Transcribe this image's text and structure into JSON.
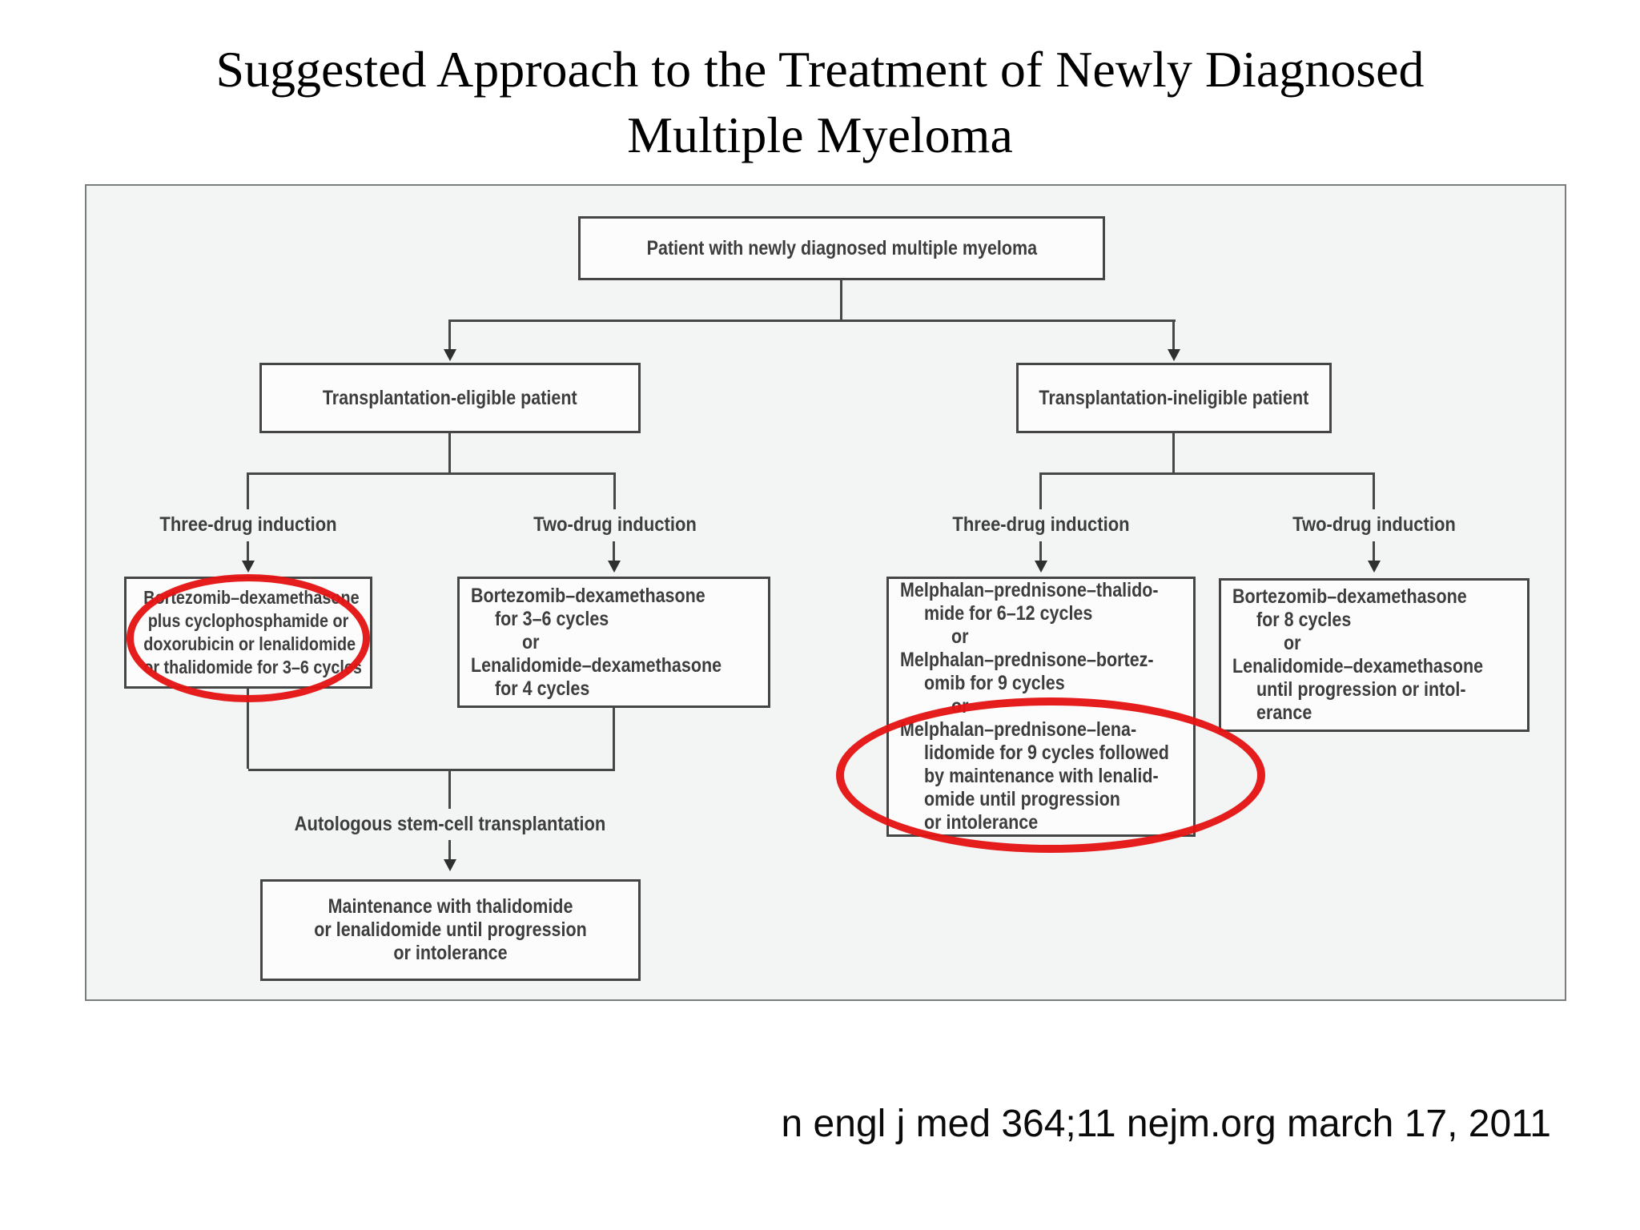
{
  "title": {
    "line1": "Suggested Approach to the Treatment of Newly Diagnosed",
    "line2": "Multiple Myeloma"
  },
  "flow": {
    "patient": "Patient with newly diagnosed multiple myeloma",
    "eligible": "Transplantation-eligible patient",
    "ineligible": "Transplantation-ineligible patient",
    "label_eligible_three": "Three-drug induction",
    "label_eligible_two": "Two-drug induction",
    "label_ineligible_three": "Three-drug induction",
    "label_ineligible_two": "Two-drug induction",
    "label_asct": "Autologous stem-cell transplantation",
    "eligible_three": {
      "lines": [
        "Bortezomib–dexamethasone",
        "plus cyclophosphamide or",
        "doxorubicin or lenalidomide",
        "or thalidomide for 3–6 cycles"
      ]
    },
    "eligible_two": {
      "lines": [
        "Bortezomib–dexamethasone",
        "for 3–6 cycles",
        "or",
        "Lenalidomide–dexamethasone",
        "for 4 cycles"
      ]
    },
    "ineligible_three": {
      "lines": [
        "Melphalan–prednisone–thalido-",
        "mide for 6–12 cycles",
        "or",
        "Melphalan–prednisone–bortez-",
        "omib for 9 cycles",
        "or",
        "Melphalan–prednisone–lena-",
        "lidomide for 9 cycles followed",
        "by maintenance with lenalid-",
        "omide until progression",
        "or intolerance"
      ]
    },
    "ineligible_two": {
      "lines": [
        "Bortezomib–dexamethasone",
        "for 8 cycles",
        "or",
        "Lenalidomide–dexamethasone",
        "until progression or intol-",
        "erance"
      ]
    },
    "maintenance": {
      "lines": [
        "Maintenance with thalidomide",
        "or lenalidomide until progression",
        "or intolerance"
      ]
    }
  },
  "footer": {
    "citation": "n engl j med 364;11 nejm.org march 17, 2011"
  },
  "colors": {
    "highlight_red": "#e41414",
    "panel_background": "#f3f4f4",
    "connector": "#474747",
    "node_border": "#454545"
  }
}
